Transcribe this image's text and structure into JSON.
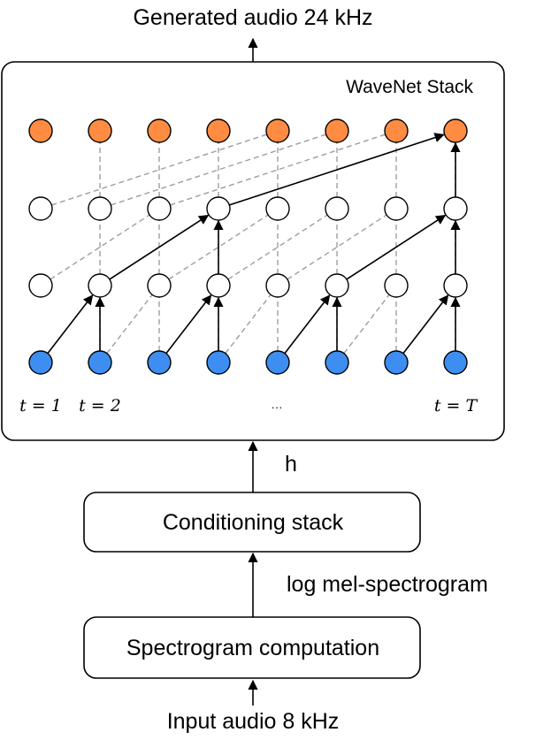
{
  "labels": {
    "output": "Generated audio 24 kHz",
    "wavenet": "WaveNet Stack",
    "h": "h",
    "conditioning": "Conditioning stack",
    "logmel": "log mel-spectrogram",
    "spectrogram": "Spectrogram computation",
    "input": "Input audio 8 kHz"
  },
  "timesteps": {
    "t1": "t = 1",
    "t2": "t = 2",
    "dots": "···",
    "tT": "t = T"
  },
  "colors": {
    "input_node": "#3d8ef0",
    "output_node": "#ff8c42",
    "hidden_node": "#ffffff"
  }
}
